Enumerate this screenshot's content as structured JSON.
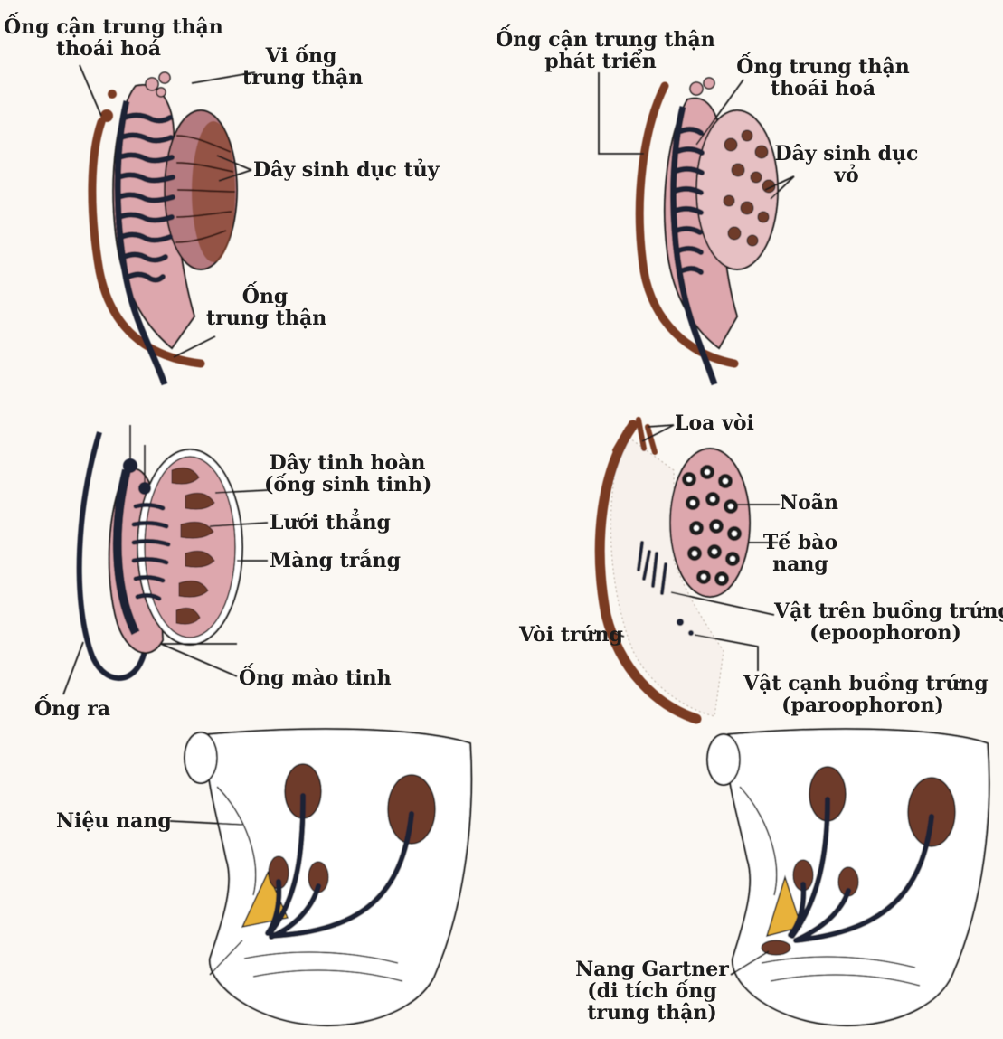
{
  "colors": {
    "background": "#fbf8f3",
    "tissue_pink": "#dda7ad",
    "tissue_dark": "#b57a80",
    "duct_brown": "#7a3a22",
    "gonad_brown": "#6e3a2c",
    "tubule_navy": "#1d2236",
    "bladder_yellow": "#e8b23a",
    "line": "#1c1c1c"
  },
  "panels": {
    "male_early": {
      "paramesonephric_degenerate": [
        "Ống cận trung thận",
        "thoái hoá"
      ],
      "mesonephric_tubules": [
        "Vi ống",
        "trung thận"
      ],
      "medullary_cords": "Dây sinh dục tủy",
      "mesonephric_duct": [
        "Ống",
        "trung thận"
      ]
    },
    "female_early": {
      "paramesonephric_developing": [
        "Ống cận trung thận",
        "phát triển"
      ],
      "mesonephric_degenerate": [
        "Ống trung thận",
        "thoái hoá"
      ],
      "cortical_cords": [
        "Dây sinh dục",
        "vỏ"
      ]
    },
    "male_late": {
      "testis_cords": [
        "Dây tinh hoàn",
        "(ống sinh tinh)"
      ],
      "rete_testis": "Lưới thẳng",
      "tunica_albuginea": "Màng trắng",
      "epididymis_duct": "Ống mào tinh",
      "vas_deferens": "Ống ra"
    },
    "female_late": {
      "fimbriae": "Loa vòi",
      "oocyte": "Noãn",
      "follicle_cells": [
        "Tế bào",
        "nang"
      ],
      "oviduct": "Vòi trứng",
      "epoophoron": [
        "Vật trên buồng trứng",
        "(epoophoron)"
      ],
      "paroophoron": [
        "Vật cạnh buồng trứng",
        "(paroophoron)"
      ]
    },
    "male_adult": {
      "utricle": "Niệu nang"
    },
    "female_adult": {
      "gartner_cyst": [
        "Nang Gartner",
        "(di tích ống",
        "trung thận)"
      ]
    }
  }
}
